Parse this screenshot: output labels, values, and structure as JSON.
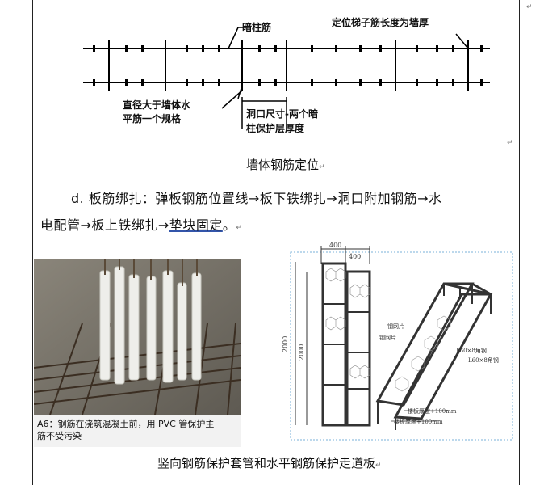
{
  "figure1": {
    "label_hidden_column_bar": "暗柱筋",
    "label_ladder_bar": "定位梯子筋长度为墙厚",
    "label_diameter_line1": "直径大于墙体水",
    "label_diameter_line2": "平筋一个规格",
    "label_opening_line1": "洞口尺寸-两个暗",
    "label_opening_line2": "柱保护层厚度",
    "caption": "墙体钢筋定位"
  },
  "paragraph": {
    "line1": "d. 板筋绑扎：弹板钢筋位置线→板下铁绑扎→洞口附加钢筋→水",
    "line2_prefix": "电配管→板上铁绑扎→",
    "line2_underlined": "垫块固定",
    "line2_suffix": "。"
  },
  "photo": {
    "caption_line1": "A6：钢筋在浇筑混凝土前，用 PVC 管保护主",
    "caption_line2": "筋不受污染"
  },
  "cad": {
    "dim_top_left": "400",
    "dim_top_right": "400",
    "dim_height_outer": "2000",
    "dim_height_inner": "2000",
    "label_mesh1": "钢网片",
    "label_mesh2": "钢网片",
    "label_angle1": "L60×8角钢",
    "label_angle2": "L60×8角钢",
    "label_slab1": "楼板厚度+100mm",
    "label_slab2": "楼板厚度+100mm"
  },
  "bottom_caption": "竖向钢筋保护套管和水平钢筋保护走道板",
  "marks": {
    "return_mark": "↵",
    "para_mark": "↵"
  }
}
